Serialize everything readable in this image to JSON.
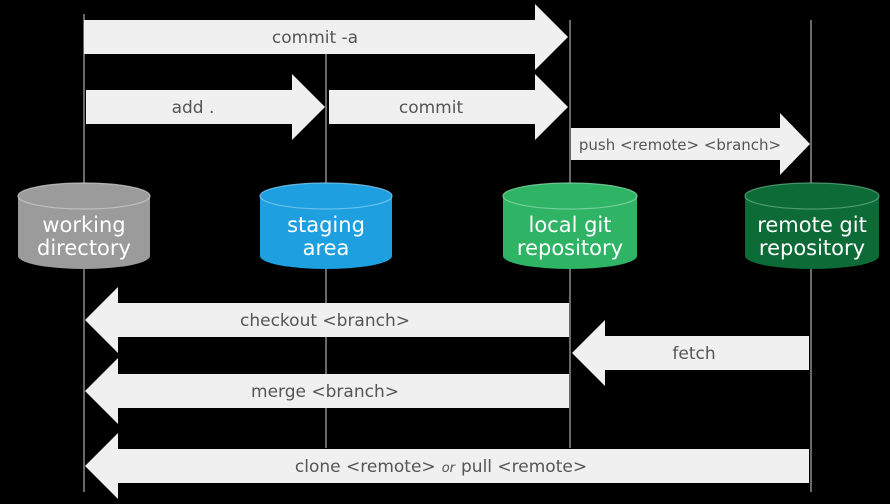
{
  "commands": {
    "commit_all": "commit -a",
    "add": "add .",
    "commit": "commit",
    "push": "push <remote> <branch>",
    "checkout": "checkout <branch>",
    "fetch": "fetch",
    "merge": "merge <branch>",
    "clone_part1": "clone <remote>",
    "clone_or": "or",
    "clone_part2": "pull <remote>"
  },
  "locations": [
    {
      "line1": "working",
      "line2": "directory",
      "color": "#9b9b9b"
    },
    {
      "line1": "staging",
      "line2": "area",
      "color": "#1ea0e0"
    },
    {
      "line1": "local git",
      "line2": "repository",
      "color": "#2fb365"
    },
    {
      "line1": "remote git",
      "line2": "repository",
      "color": "#0d6b38"
    }
  ]
}
